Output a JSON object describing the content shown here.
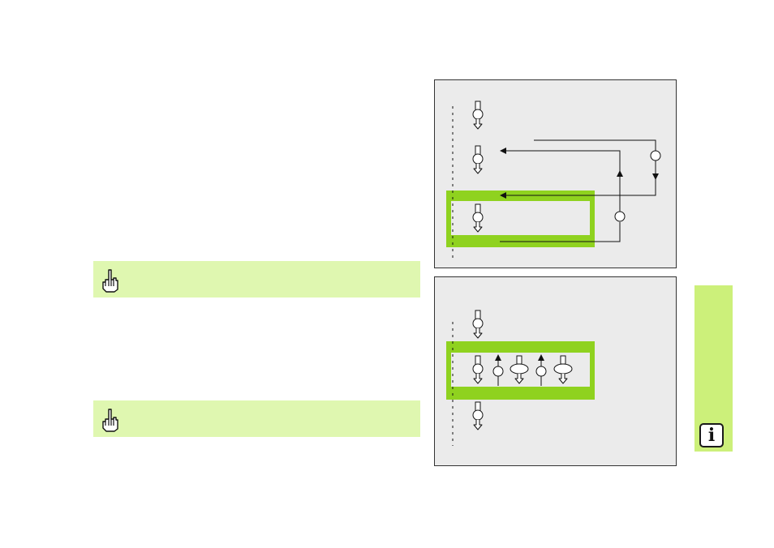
{
  "notes": [
    {
      "icon": "pointing-hand-icon"
    },
    {
      "icon": "pointing-hand-icon"
    }
  ],
  "diagrams": [
    {
      "name": "program-section-repeat-diagram"
    },
    {
      "name": "nested-subprogram-diagram"
    }
  ],
  "side_tab": {
    "info_glyph": "i",
    "icon": "info-icon"
  },
  "colors": {
    "note_bg": "#dff7b0",
    "highlight": "#8fd21f",
    "panel_bg": "#ebebeb",
    "side_tab": "#ccf07a"
  }
}
